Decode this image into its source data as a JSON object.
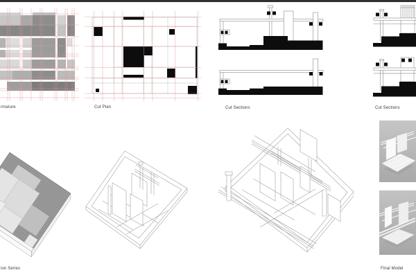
{
  "board": {
    "top_bar_color": "#2f2f2f",
    "background": "#ffffff"
  },
  "palette": {
    "construction_red": "#dc9a98",
    "drawing_line_gray": "#a0a0a0",
    "plan_grid_gray": "#cfcfcf",
    "poche_black": "#0d0d0d",
    "photo_background": "#b9b9b9",
    "render_dark_speckle": "#969696"
  },
  "labels": {
    "armature": "rmature",
    "cut_plan": "Cut Plan",
    "cut_sections_left": "Cut Sections",
    "cut_sections_right": "Cut Sections",
    "series": "ion Series",
    "final_model": "Final Model"
  }
}
